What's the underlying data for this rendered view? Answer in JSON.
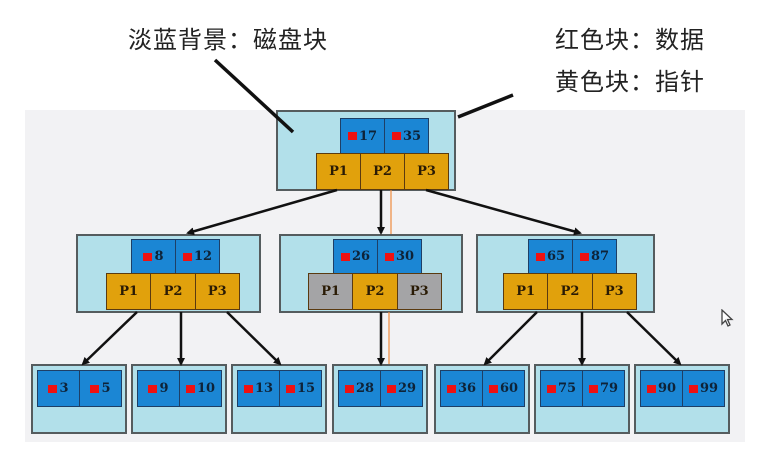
{
  "annotations": {
    "background_label": "淡蓝背景：磁盘块",
    "red_label": "红色块：数据",
    "yellow_label": "黄色块：指针"
  },
  "colors": {
    "disk_block_bg": "#b2e0ea",
    "key_cell": "#1b86d4",
    "data_marker": "#ee1111",
    "pointer_active": "#e1a10c",
    "pointer_inactive": "#a4a4a6",
    "search_path": "#f08a3c"
  },
  "tree": {
    "root": {
      "keys": [
        "17",
        "35"
      ],
      "pointers": [
        "P1",
        "P2",
        "P3"
      ]
    },
    "level2": [
      {
        "keys": [
          "8",
          "12"
        ],
        "pointers": [
          "P1",
          "P2",
          "P3"
        ],
        "active": [
          true,
          true,
          true
        ]
      },
      {
        "keys": [
          "26",
          "30"
        ],
        "pointers": [
          "P1",
          "P2",
          "P3"
        ],
        "active": [
          false,
          true,
          false
        ]
      },
      {
        "keys": [
          "65",
          "87"
        ],
        "pointers": [
          "P1",
          "P2",
          "P3"
        ],
        "active": [
          true,
          true,
          true
        ]
      }
    ],
    "leaves": [
      {
        "keys": [
          "3",
          "5"
        ]
      },
      {
        "keys": [
          "9",
          "10"
        ]
      },
      {
        "keys": [
          "13",
          "15"
        ]
      },
      {
        "keys": [
          "28",
          "29"
        ]
      },
      {
        "keys": [
          "36",
          "60"
        ]
      },
      {
        "keys": [
          "75",
          "79"
        ]
      },
      {
        "keys": [
          "90",
          "99"
        ]
      }
    ]
  }
}
